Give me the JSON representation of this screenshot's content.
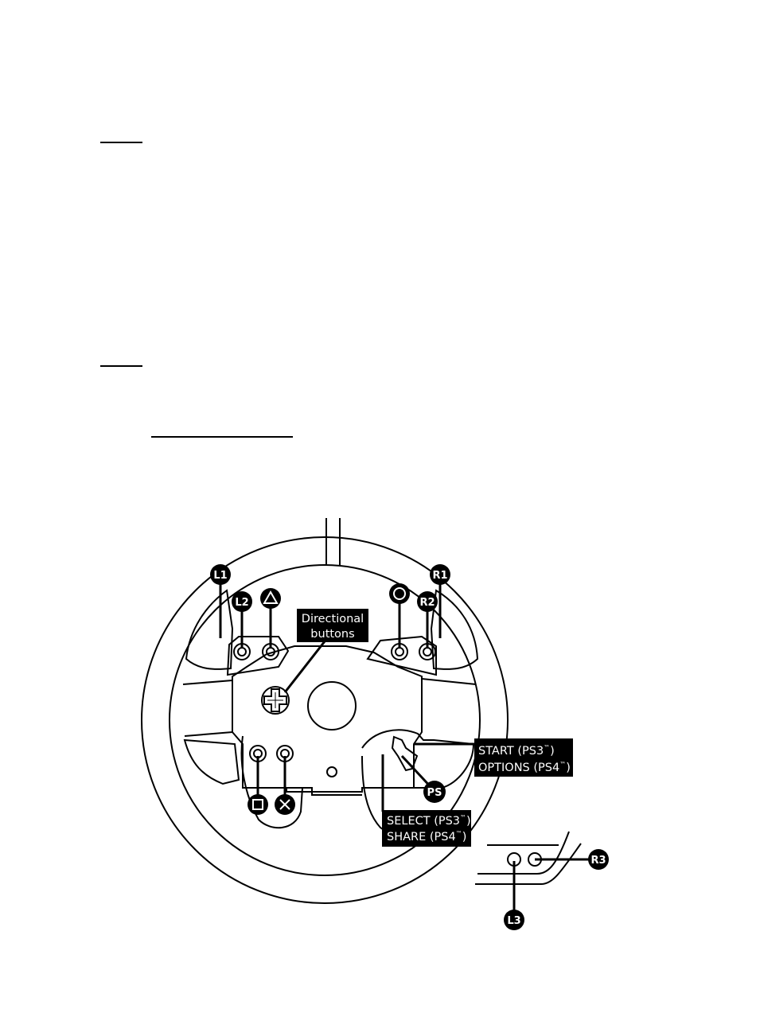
{
  "wheel_labels": {
    "l1": "L1",
    "l2": "L2",
    "r1": "R1",
    "r2": "R2",
    "ps": "PS",
    "l3": "L3",
    "r3": "R3",
    "directional_line1": "Directional",
    "directional_line2": "buttons",
    "start_line1": "START (PS3",
    "start_line2": "OPTIONS (PS4",
    "select_line1": "SELECT (PS3",
    "select_line2": "SHARE (PS4",
    "tm": "™",
    "close_paren": ")"
  },
  "icons": {
    "triangle": "triangle-icon",
    "circle": "circle-icon",
    "square": "square-icon",
    "cross": "cross-icon",
    "dpad": "dpad-icon"
  }
}
